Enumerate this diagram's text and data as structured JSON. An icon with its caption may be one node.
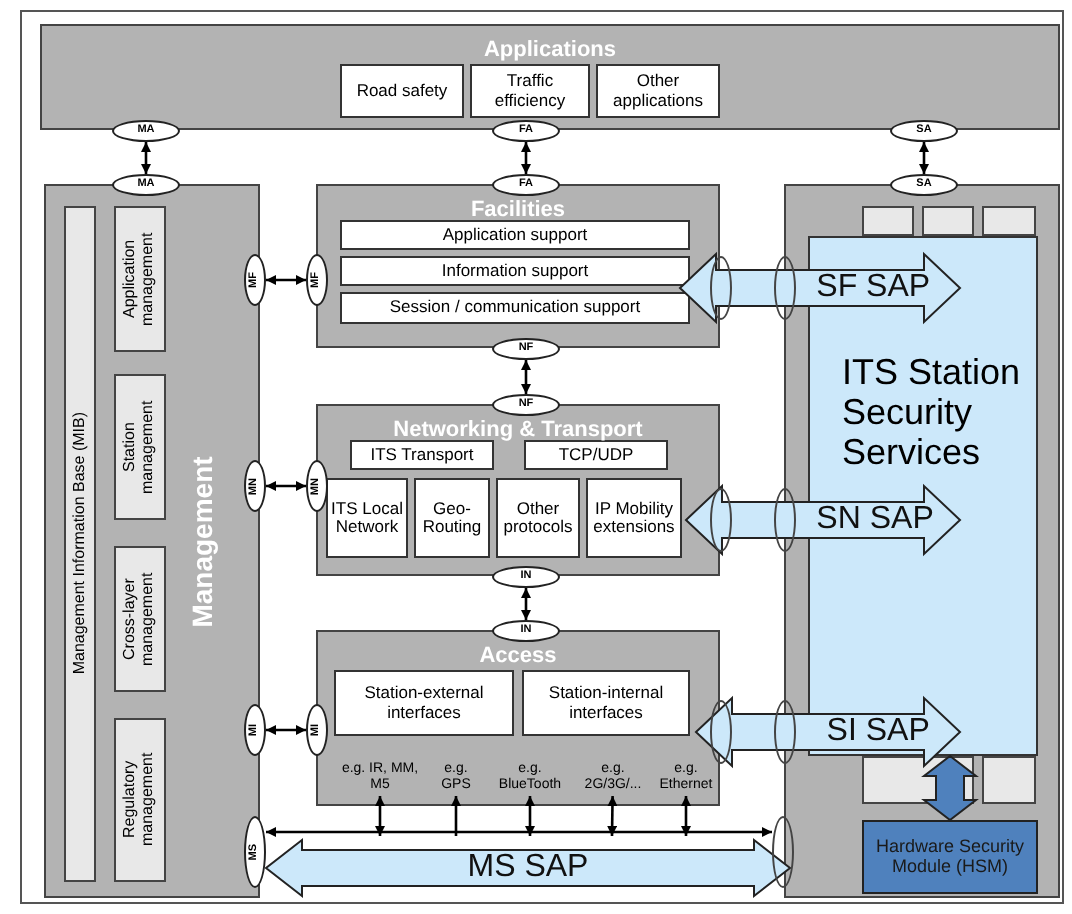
{
  "diagram": {
    "nodes": [
      {
        "text": [
          "Applications"
        ]
      },
      {
        "text": [
          "Road safety"
        ],
        "in": 0
      },
      {
        "text": [
          "Traffic efficiency"
        ],
        "in": 0
      },
      {
        "text": [
          "Other applications"
        ],
        "in": 0
      },
      {
        "text": [
          "MA"
        ]
      },
      {
        "text": [
          "FA"
        ]
      },
      {
        "text": [
          "SA"
        ]
      },
      {
        "text": [
          "Management"
        ]
      },
      {
        "text": [
          "MA"
        ]
      },
      {
        "text": [
          "Management Information Base (MIB)"
        ],
        "in": 7
      },
      {
        "text": [
          "Application management"
        ],
        "in": 7
      },
      {
        "text": [
          "Station management"
        ],
        "in": 7
      },
      {
        "text": [
          "Cross-layer management"
        ],
        "in": 7
      },
      {
        "text": [
          "Regulatory management"
        ],
        "in": 7
      },
      {
        "text": [
          "MF"
        ]
      },
      {
        "text": [
          "MN"
        ]
      },
      {
        "text": [
          "MI"
        ]
      },
      {
        "text": [
          "MS"
        ]
      },
      {
        "text": [
          "Facilities"
        ]
      },
      {
        "text": [
          "FA"
        ]
      },
      {
        "text": [
          "Application support"
        ],
        "in": 18
      },
      {
        "text": [
          "Information support"
        ],
        "in": 18
      },
      {
        "text": [
          "Session / communication support"
        ],
        "in": 18
      },
      {
        "text": [
          "MF"
        ]
      },
      {
        "text": [
          "NF"
        ]
      },
      {
        "text": [
          "Networking & Transport"
        ]
      },
      {
        "text": [
          "NF"
        ]
      },
      {
        "text": [
          "ITS Transport"
        ],
        "in": 25
      },
      {
        "text": [
          "TCP/UDP"
        ],
        "in": 25
      },
      {
        "text": [
          "ITS Local Network"
        ],
        "in": 25
      },
      {
        "text": [
          "Geo-Routing"
        ],
        "in": 25
      },
      {
        "text": [
          "Other protocols"
        ],
        "in": 25
      },
      {
        "text": [
          "IP Mobility extensions"
        ],
        "in": 25
      },
      {
        "text": [
          "MN"
        ]
      },
      {
        "text": [
          "IN"
        ]
      },
      {
        "text": [
          "Access"
        ]
      },
      {
        "text": [
          "IN"
        ]
      },
      {
        "text": [
          "Station-external interfaces"
        ],
        "in": 35
      },
      {
        "text": [
          "Station-internal interfaces"
        ],
        "in": 35
      },
      {
        "text": [
          "MI"
        ]
      },
      {
        "text": [
          "e.g. IR, MM, M5"
        ],
        "in": 35
      },
      {
        "text": [
          "e.g. GPS"
        ],
        "in": 35
      },
      {
        "text": [
          "e.g. BlueTooth"
        ],
        "in": 35
      },
      {
        "text": [
          "e.g. 2G/3G/..."
        ],
        "in": 35
      },
      {
        "text": [
          "e.g. Ethernet"
        ],
        "in": 35
      },
      {
        "text": [],
        "shape": "box"
      },
      {
        "text": [
          "SA"
        ]
      },
      {
        "text": [],
        "shape": "box",
        "in": 45
      },
      {
        "text": [],
        "shape": "box",
        "in": 45
      },
      {
        "text": [],
        "shape": "box",
        "in": 45
      },
      {
        "text": [
          "ITS Station Security Services"
        ],
        "in": 45
      },
      {
        "text": [],
        "shape": "box",
        "in": 45
      },
      {
        "text": [],
        "shape": "box",
        "in": 45
      },
      {
        "text": [
          "Hardware Security Module (HSM)"
        ],
        "in": 45
      },
      {
        "text": [],
        "shape": "ellipse"
      },
      {
        "text": [],
        "shape": "ellipse"
      },
      {
        "text": [],
        "shape": "ellipse"
      },
      {
        "text": [],
        "shape": "ellipse"
      },
      {
        "text": [],
        "shape": "ellipse"
      },
      {
        "text": [],
        "shape": "ellipse"
      },
      {
        "text": [],
        "shape": "ellipse"
      }
    ],
    "edges": [
      {
        "from": 4,
        "to": 8,
        "arrow": "both"
      },
      {
        "from": 5,
        "to": 19,
        "arrow": "both"
      },
      {
        "from": 6,
        "to": 46,
        "arrow": "both"
      },
      {
        "from": 14,
        "to": 23,
        "arrow": "both"
      },
      {
        "from": 15,
        "to": 33,
        "arrow": "both"
      },
      {
        "from": 16,
        "to": 39,
        "arrow": "both"
      },
      {
        "from": 24,
        "to": 26,
        "arrow": "both"
      },
      {
        "from": 34,
        "to": 36,
        "arrow": "both"
      },
      {
        "from": 54,
        "to": 55,
        "arrow": "both",
        "label": "SF SAP",
        "style": "thick",
        "color": "#cce8fa"
      },
      {
        "from": 56,
        "to": 57,
        "arrow": "both",
        "label": "SN SAP",
        "style": "thick",
        "color": "#cce8fa"
      },
      {
        "from": 58,
        "to": 59,
        "arrow": "both",
        "label": "SI SAP",
        "style": "thick",
        "color": "#cce8fa"
      },
      {
        "from": 40,
        "to": null,
        "arrow": "both"
      },
      {
        "from": null,
        "to": 41,
        "arrow": "to"
      },
      {
        "from": 42,
        "to": null,
        "arrow": "both"
      },
      {
        "from": 43,
        "to": null,
        "arrow": "both"
      },
      {
        "from": 44,
        "to": null,
        "arrow": "both"
      },
      {
        "from": 60,
        "to": 17,
        "arrow": "both"
      },
      {
        "from": 17,
        "to": 60,
        "arrow": "both",
        "label": "MS SAP",
        "style": "thick",
        "color": "#cce8fa"
      },
      {
        "from": 53,
        "to": 50,
        "arrow": "both",
        "style": "thick",
        "color": "#4f81bd"
      }
    ]
  }
}
